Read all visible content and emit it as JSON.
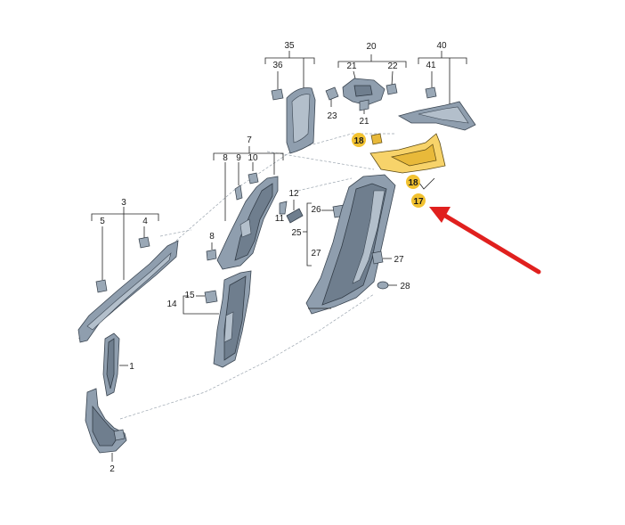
{
  "diagram": {
    "callouts": {
      "c35": "35",
      "c36": "36",
      "c20": "20",
      "c21a": "21",
      "c22": "22",
      "c23": "23",
      "c21b": "21",
      "c40": "40",
      "c41": "41",
      "c18a": "18",
      "c18b": "18",
      "c17": "17",
      "c7": "7",
      "c8a": "8",
      "c9": "9",
      "c10": "10",
      "c12": "12",
      "c11": "11",
      "c26": "26",
      "c25": "25",
      "c27a": "27",
      "c27b": "27",
      "c28": "28",
      "c3": "3",
      "c5": "5",
      "c4": "4",
      "c8b": "8",
      "c15": "15",
      "c14": "14",
      "c1": "1",
      "c2": "2"
    },
    "highlight_color": "#f2c230",
    "arrow_color": "#e0201e",
    "part_color": "#8f9eae"
  }
}
